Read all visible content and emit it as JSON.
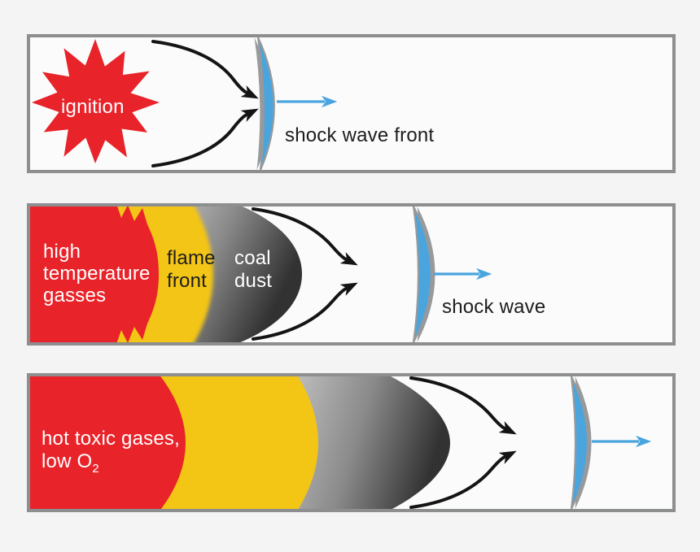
{
  "colors": {
    "red": "#e8232a",
    "yellow": "#f3c515",
    "blue": "#4aa5de",
    "gray_light": "#cccccc",
    "gray_mid": "#8a8a8a",
    "gray_dark": "#323232",
    "lens_outline": "#97999b",
    "panel_border": "#8d8e90",
    "panel_bg": "#fbfbfb",
    "page_bg": "#f4f4f5",
    "arrow_black": "#141414",
    "text_white": "#ffffff",
    "text_black": "#1d1d1d"
  },
  "panels": [
    {
      "name": "ignition-stage",
      "labels": {
        "ignition": "ignition",
        "shock_wave_front": "shock wave front"
      }
    },
    {
      "name": "flame-propagation-stage",
      "labels": {
        "high_temp_line1": "high",
        "high_temp_line2": "temperature",
        "high_temp_line3": "gasses",
        "flame_line1": "flame",
        "flame_line2": "front",
        "coal_line1": "coal",
        "coal_line2": "dust",
        "shock_wave": "shock wave"
      }
    },
    {
      "name": "toxic-gases-stage",
      "labels": {
        "toxic_line1": "hot toxic gases,",
        "toxic_line2_prefix": "low O",
        "toxic_line2_sub": "2"
      }
    }
  ]
}
